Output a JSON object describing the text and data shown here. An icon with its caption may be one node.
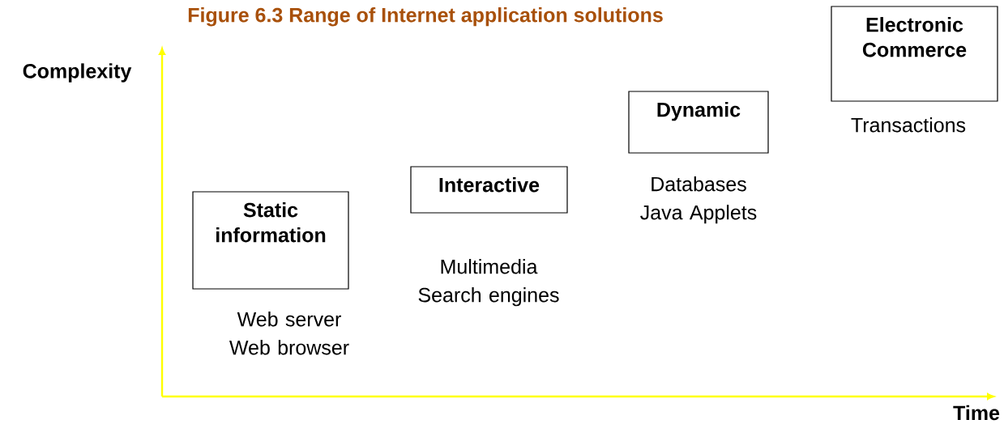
{
  "diagram": {
    "title": "Figure 6.3 Range of Internet application solutions",
    "nodes": [
      {
        "text": [
          "Static information"
        ],
        "beside": [
          "Web server Web browser"
        ]
      },
      {
        "text": [
          "Interactive"
        ],
        "beside": [
          "Multimedia Search engines"
        ]
      },
      {
        "text": [
          "Dynamic"
        ],
        "beside": [
          "Databases Java Applets"
        ]
      },
      {
        "text": [
          "Electronic Commerce"
        ],
        "beside": [
          "Transactions"
        ]
      }
    ],
    "labels": [
      "Complexity",
      "Time"
    ]
  }
}
